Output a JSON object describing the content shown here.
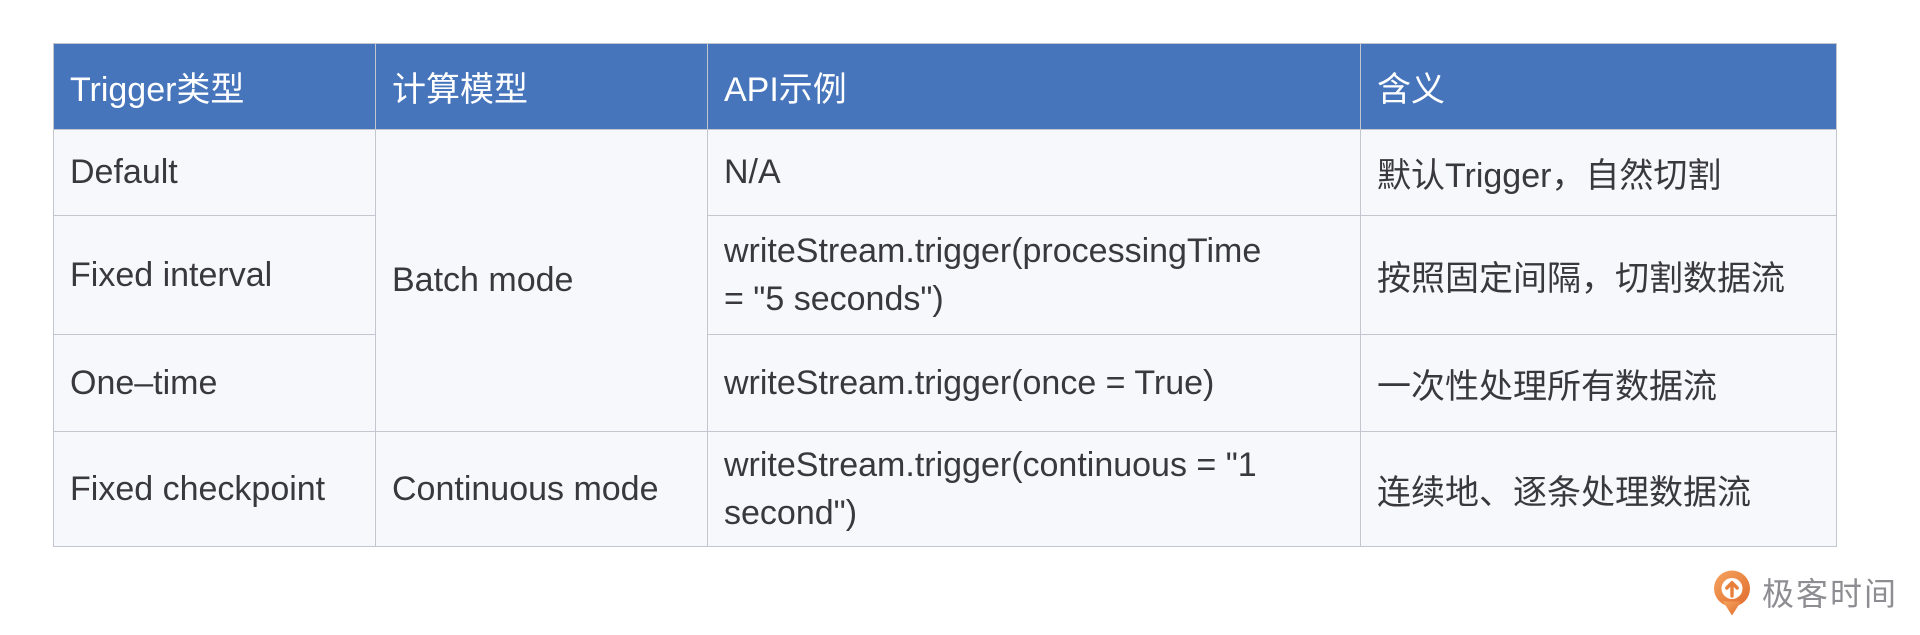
{
  "table": {
    "columns": [
      "Trigger类型",
      "计算模型",
      "API示例",
      "含义"
    ],
    "rows": [
      {
        "trigger": "Default",
        "model": "Batch mode",
        "api": "N/A",
        "meaning": "默认Trigger，自然切割"
      },
      {
        "trigger": "Fixed interval",
        "api": "writeStream.trigger(processingTime\n= \"5 seconds\")",
        "meaning": "按照固定间隔，切割数据流"
      },
      {
        "trigger": "One–time",
        "api": "writeStream.trigger(once = True)",
        "meaning": "一次性处理所有数据流"
      },
      {
        "trigger": "Fixed checkpoint",
        "model": "Continuous mode",
        "api": "writeStream.trigger(continuous = \"1\nsecond\")",
        "meaning": "连续地、逐条处理数据流"
      }
    ]
  },
  "footer": {
    "brand": "极客时间"
  },
  "colors": {
    "header_bg": "#4675bb",
    "header_text": "#ffffff",
    "row_bg": "#f7f8fc",
    "border": "#c2c6ce",
    "body_text": "#38383e",
    "brand_orange_light": "#f6a55f",
    "brand_orange_dark": "#e06b2d",
    "brand_text_gray": "#8d8d92"
  }
}
